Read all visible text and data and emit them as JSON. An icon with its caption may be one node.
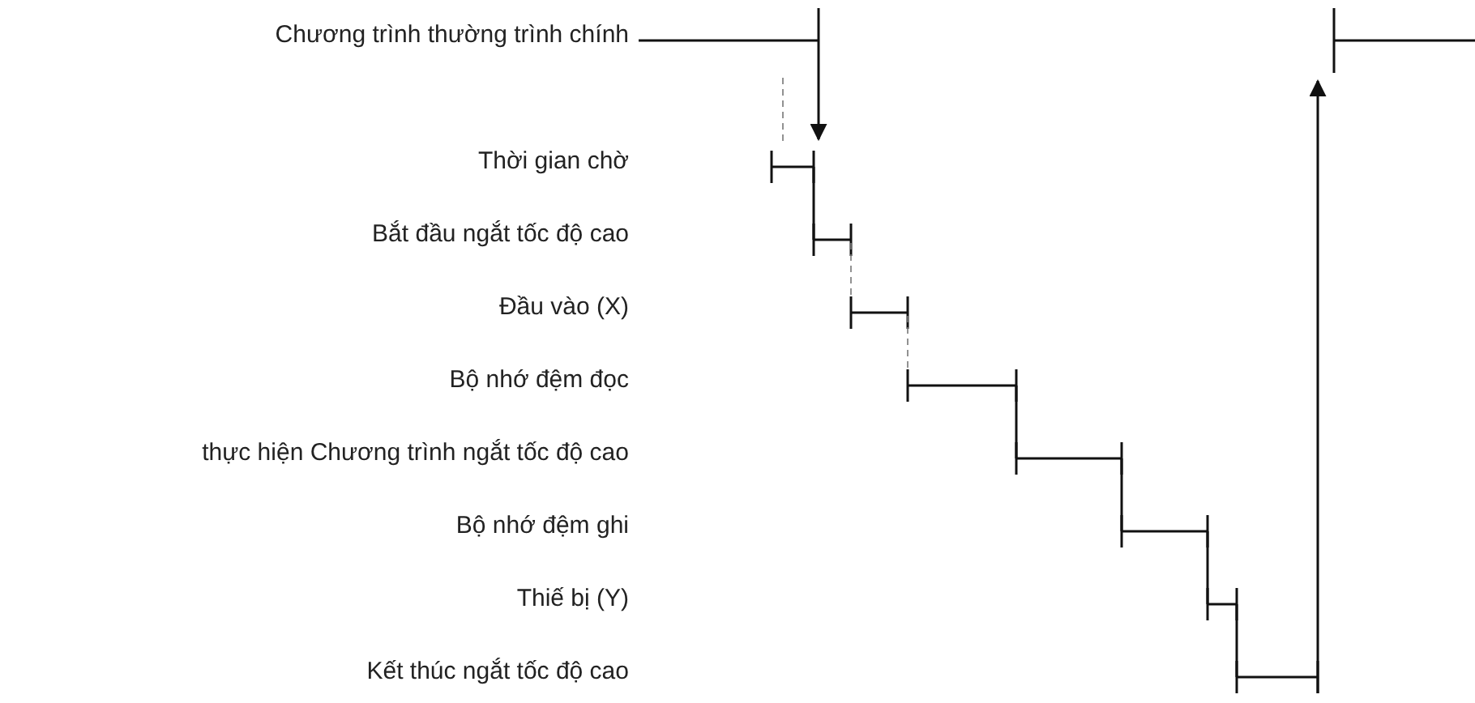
{
  "diagram": {
    "labels": [
      "Chương trình thường trình chính",
      "Thời gian chờ",
      "Bắt đầu ngắt tốc độ cao",
      "Đầu vào (X)",
      "Bộ nhớ đệm đọc",
      "thực hiện Chương trình ngắt tốc độ cao",
      "Bộ nhớ đệm ghi",
      "Thiế bị (Y)",
      "Kết thúc ngắt tốc độ cao"
    ]
  }
}
